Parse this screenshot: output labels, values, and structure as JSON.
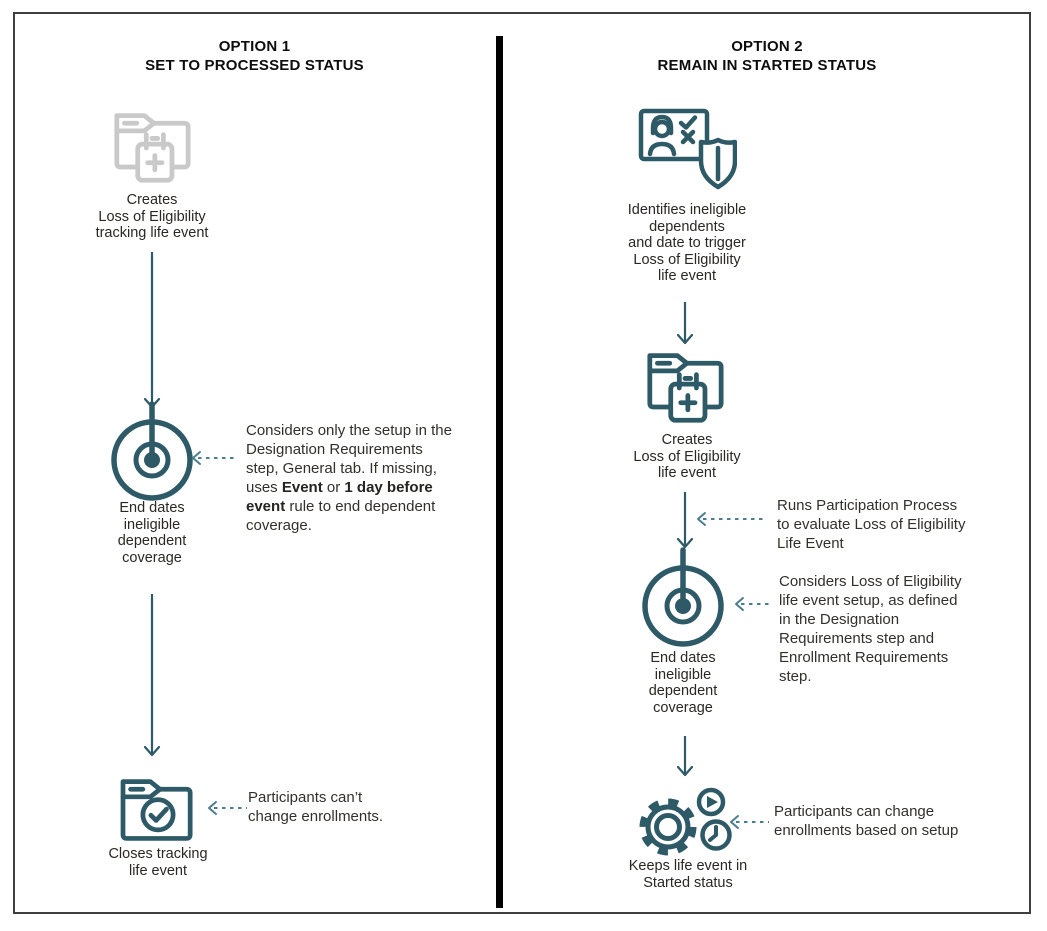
{
  "colors": {
    "teal": "#2e5a68",
    "gray": "#c9c9c9",
    "dashed": "#497e8d",
    "divider": "#000000"
  },
  "option1": {
    "title": "OPTION 1\nSET TO PROCESSED STATUS",
    "step1": {
      "icon": "folder-calendar-icon",
      "label": "Creates\nLoss of Eligibility\ntracking life event"
    },
    "step2": {
      "icon": "target-icon",
      "label": "End dates\nineligible\ndependent\ncoverage"
    },
    "step3": {
      "icon": "folder-check-icon",
      "label": "Closes tracking\nlife event"
    },
    "note1": {
      "t1": "Considers only the setup in the Designation Requirements step, General tab. If missing, uses ",
      "b1": "Event",
      "t2": " or ",
      "b2": "1 day before event",
      "t3": " rule to end dependent coverage."
    },
    "note2": "Participants can’t\nchange enrollments."
  },
  "option2": {
    "title": "OPTION 2\nREMAIN IN STARTED STATUS",
    "step1": {
      "icon": "id-card-shield-icon",
      "label": "Identifies ineligible\ndependents\nand date to trigger\nLoss of Eligibility\nlife event"
    },
    "step2": {
      "icon": "folder-calendar-icon",
      "label": "Creates\nLoss of Eligibility\nlife event"
    },
    "step3": {
      "icon": "target-icon",
      "label": "End dates\nineligible\ndependent\ncoverage"
    },
    "step4": {
      "icon": "gear-clock-play-icon",
      "label": "Keeps life event in\nStarted status"
    },
    "note1": "Runs Participation Process\nto evaluate Loss of Eligibility\nLife Event",
    "note2": "Considers Loss of Eligibility\nlife event setup, as defined\nin the Designation\nRequirements step and\nEnrollment Requirements\nstep.",
    "note3": "Participants can change\nenrollments based on setup"
  }
}
